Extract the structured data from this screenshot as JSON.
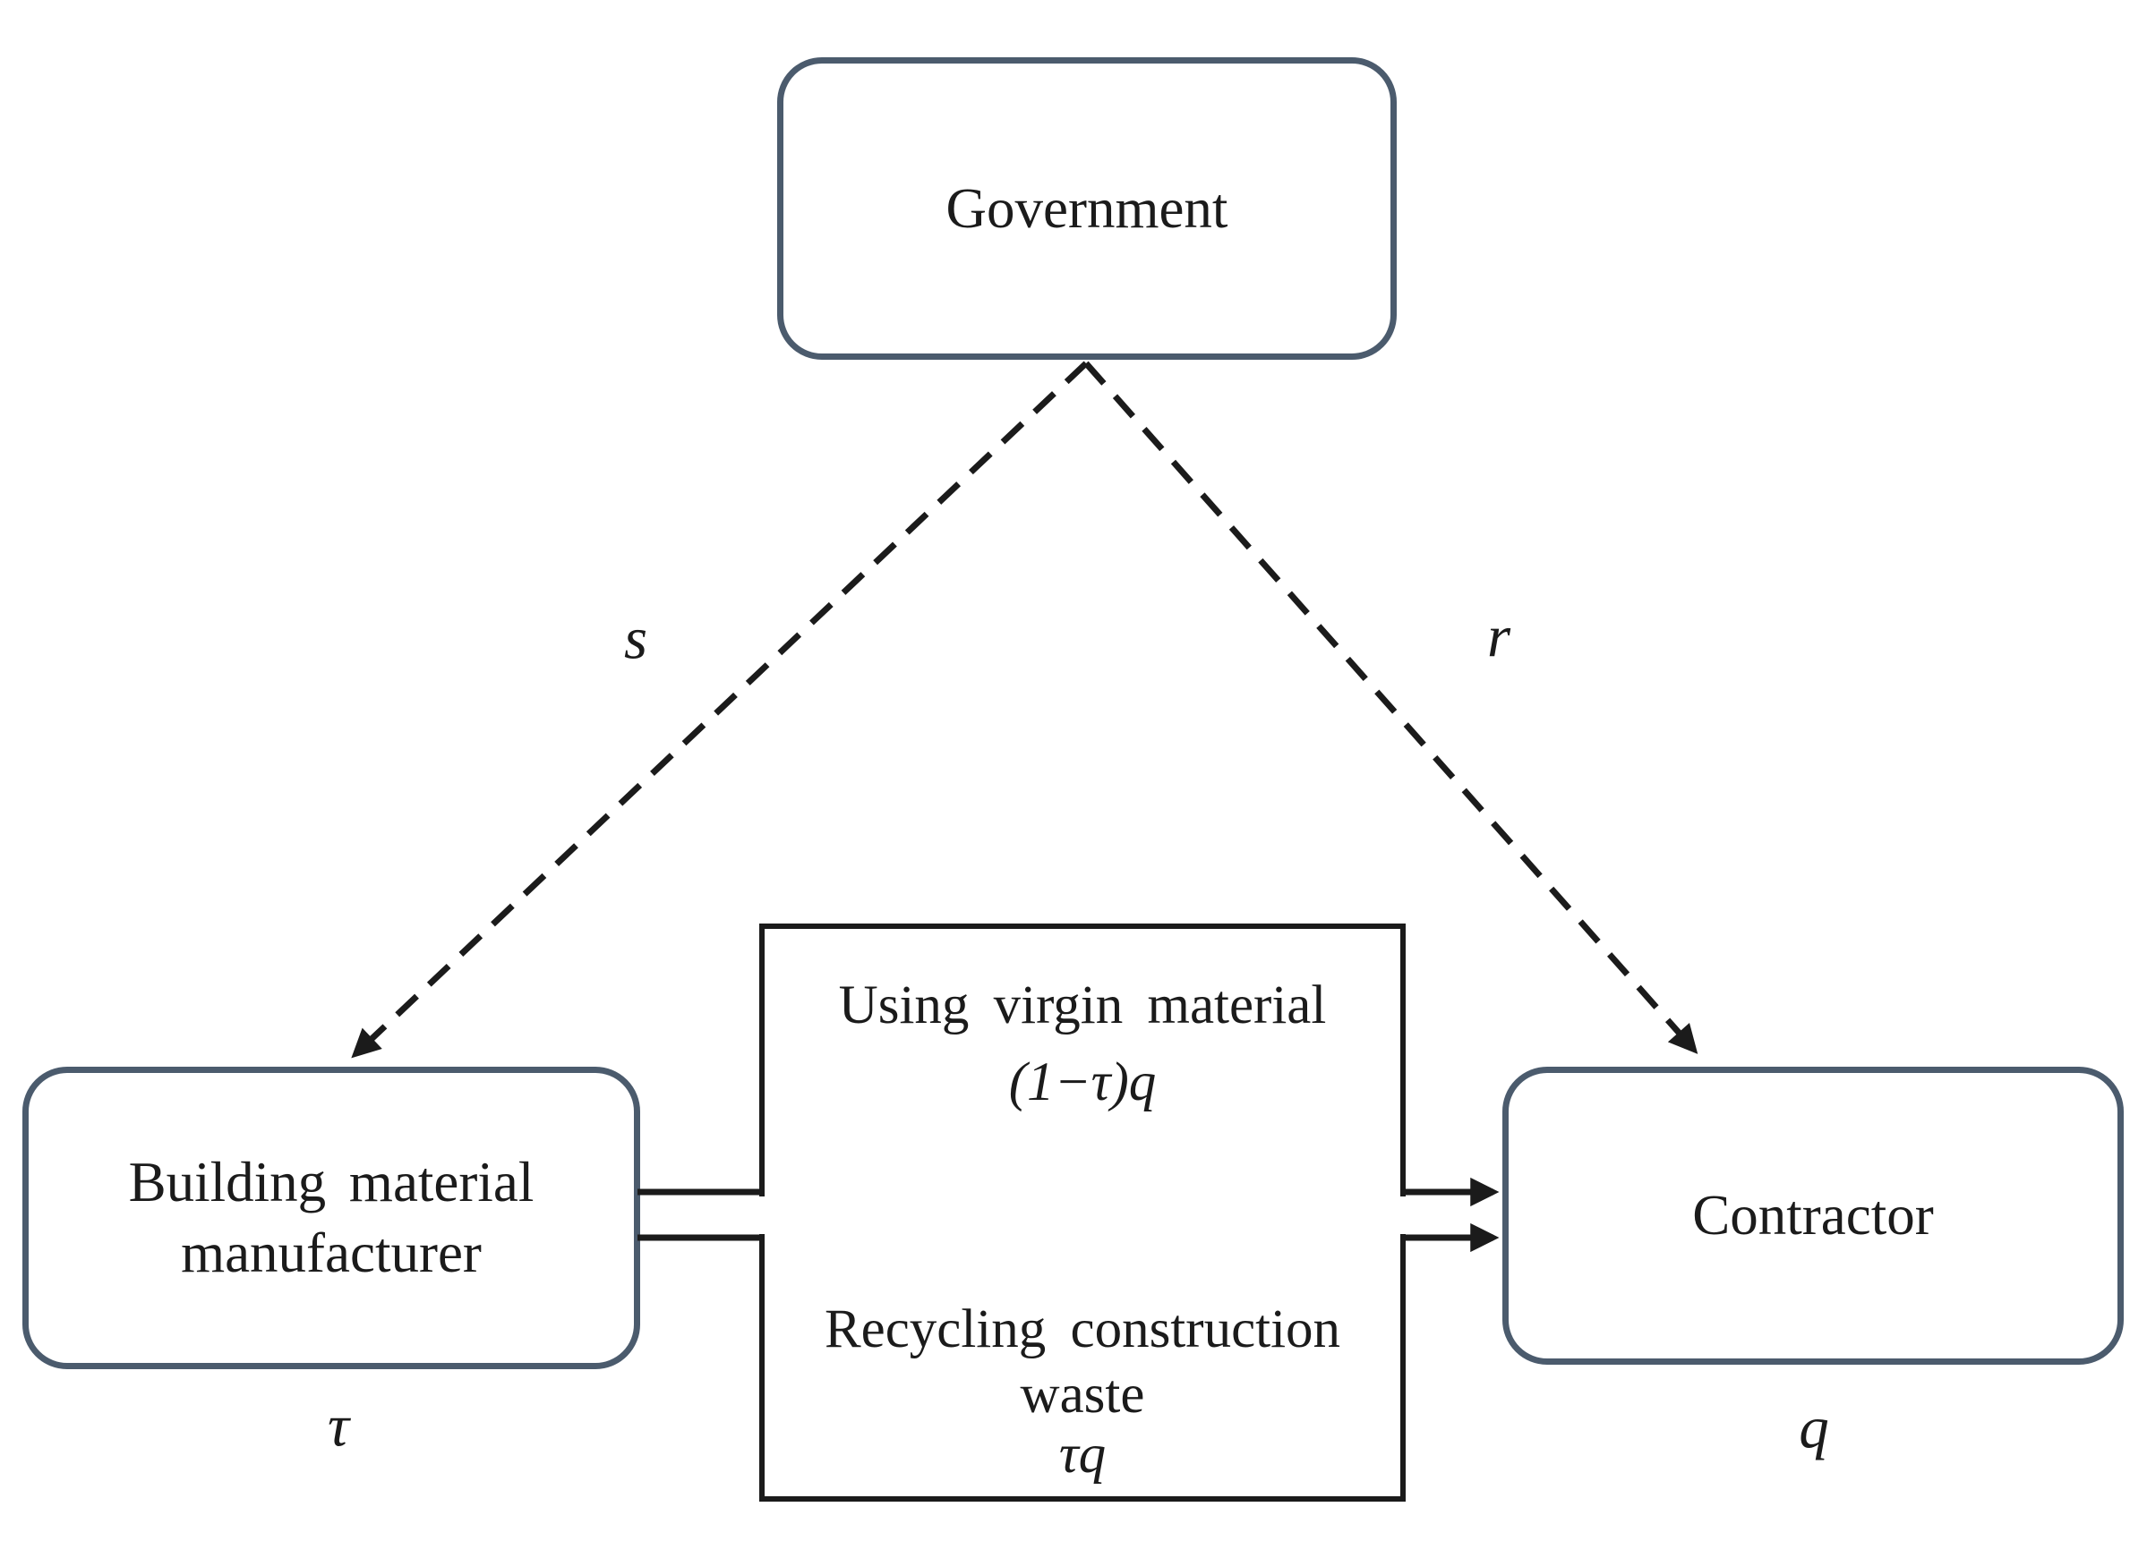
{
  "nodes": {
    "government": {
      "label": "Government"
    },
    "manufacturer": {
      "label": "Building material manufacturer",
      "param": "τ"
    },
    "contractor": {
      "label": "Contractor",
      "param": "q"
    }
  },
  "flow_box": {
    "virgin_label": "Using virgin material",
    "virgin_formula": "(1−τ)q",
    "recycling_label": "Recycling construction",
    "recycling_label2": "waste",
    "recycling_formula": "τq"
  },
  "edge_labels": {
    "government_to_manufacturer": "s",
    "government_to_contractor": "r"
  },
  "colors": {
    "node_border": "#4b5b6d",
    "flow_border": "#1b1b1b",
    "arrow": "#1b1b1b",
    "text": "#1b1b1b",
    "background": "#ffffff"
  }
}
